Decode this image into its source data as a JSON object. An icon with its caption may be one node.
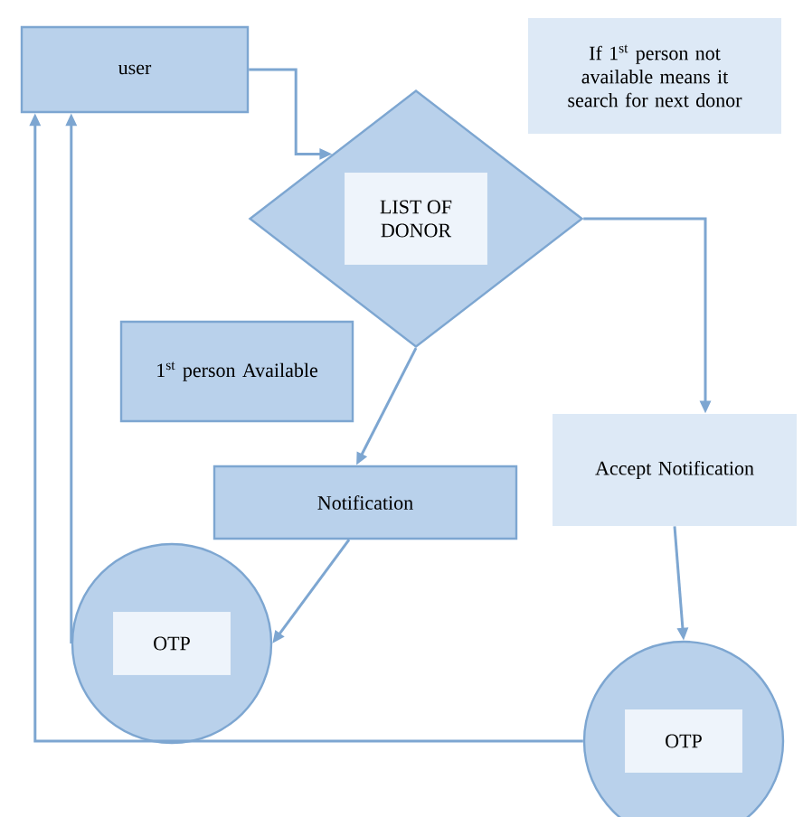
{
  "diagram": {
    "nodes": [
      {
        "text": [
          "user"
        ]
      },
      {
        "text": [
          "LIST OF DONOR"
        ]
      },
      {
        "text": [
          "If 1$^{st}$ person not available means it search for next donor"
        ]
      },
      {
        "text": [
          "1$^{st}$ person Available"
        ]
      },
      {
        "text": [
          "Notification"
        ]
      },
      {
        "text": [
          "Accept Notification"
        ]
      },
      {
        "text": [
          "OTP"
        ]
      },
      {
        "text": [
          "OTP"
        ]
      }
    ],
    "edges": [
      {
        "from": 0,
        "to": 1,
        "arrow": "to"
      },
      {
        "from": 1,
        "to": 5,
        "arrow": "to"
      },
      {
        "from": 1,
        "to": 4,
        "arrow": "to"
      },
      {
        "from": 4,
        "to": 6,
        "arrow": "to"
      },
      {
        "from": 5,
        "to": 7,
        "arrow": "to"
      },
      {
        "from": 6,
        "to": 0,
        "arrow": "to"
      },
      {
        "from": 7,
        "to": 0,
        "arrow": "to"
      }
    ]
  }
}
